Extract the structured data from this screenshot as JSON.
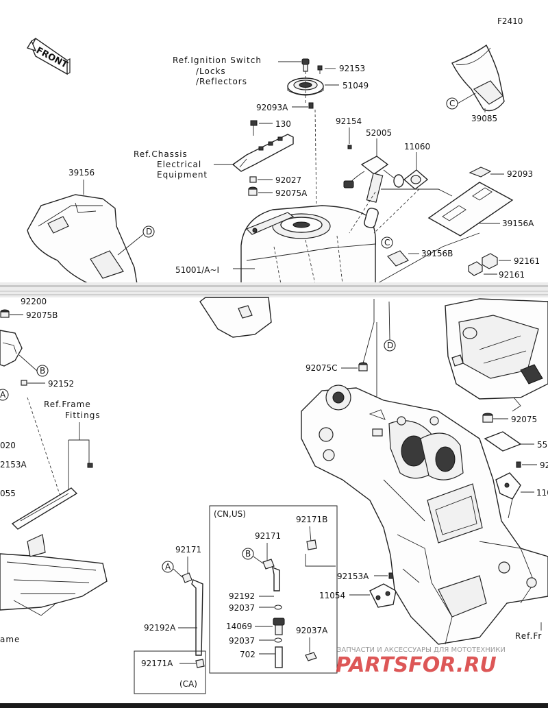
{
  "diagram_code": "F2410",
  "front_arrow": "FRONT",
  "refs": {
    "ignition_1": "Ref.Ignition Switch",
    "ignition_2": "/Locks",
    "ignition_3": "/Reflectors",
    "chassis_1": "Ref.Chassis",
    "chassis_2": "Electrical",
    "chassis_3": "Equipment",
    "frame_1": "Ref.Frame",
    "frame_2": "Fittings",
    "frame_left_cut": "ame",
    "frame_right_cut": "Ref.Fr"
  },
  "part_labels": {
    "p92153": "92153",
    "p51049": "51049",
    "p92093A": "92093A",
    "p130": "130",
    "p92027": "92027",
    "p92075A": "92075A",
    "p39156": "39156",
    "p51001": "51001/A~I",
    "p92154": "92154",
    "p52005": "52005",
    "p11060": "11060",
    "p39085": "39085",
    "p92093": "92093",
    "p39156A": "39156A",
    "p39156B": "39156B",
    "p92161a": "92161",
    "p92161b": "92161",
    "p92200": "92200",
    "p92075B": "92075B",
    "p92152": "92152",
    "p020": "020",
    "p2153A": "2153A",
    "p055": "055",
    "p92075C": "92075C",
    "p92075": "92075",
    "p55": "55",
    "p92r": "92",
    "p110": "110",
    "p92171": "92171",
    "p92192A": "92192A",
    "p92171A": "92171A",
    "pCA": "(CA)",
    "pCNUS": "(CN,US)",
    "p92171B": "92171B",
    "p92171_in": "92171",
    "p92192": "92192",
    "p92037": "92037",
    "p14069": "14069",
    "p92037b": "92037",
    "p702": "702",
    "p92037A": "92037A",
    "p92153A": "92153A",
    "p11054": "11054"
  },
  "callouts": {
    "A": "A",
    "B": "B",
    "C": "C",
    "D": "D"
  },
  "watermark": {
    "line1": "ЗАПЧАСТИ И АКСЕССУАРЫ ДЛЯ МОТОТЕХНИКИ",
    "logo": "PARTSFOR.RU"
  },
  "colors": {
    "watermark_logo": "#d83a3a",
    "watermark_text": "#9a9a9a",
    "bottom_bar": "#1a1a1a"
  }
}
